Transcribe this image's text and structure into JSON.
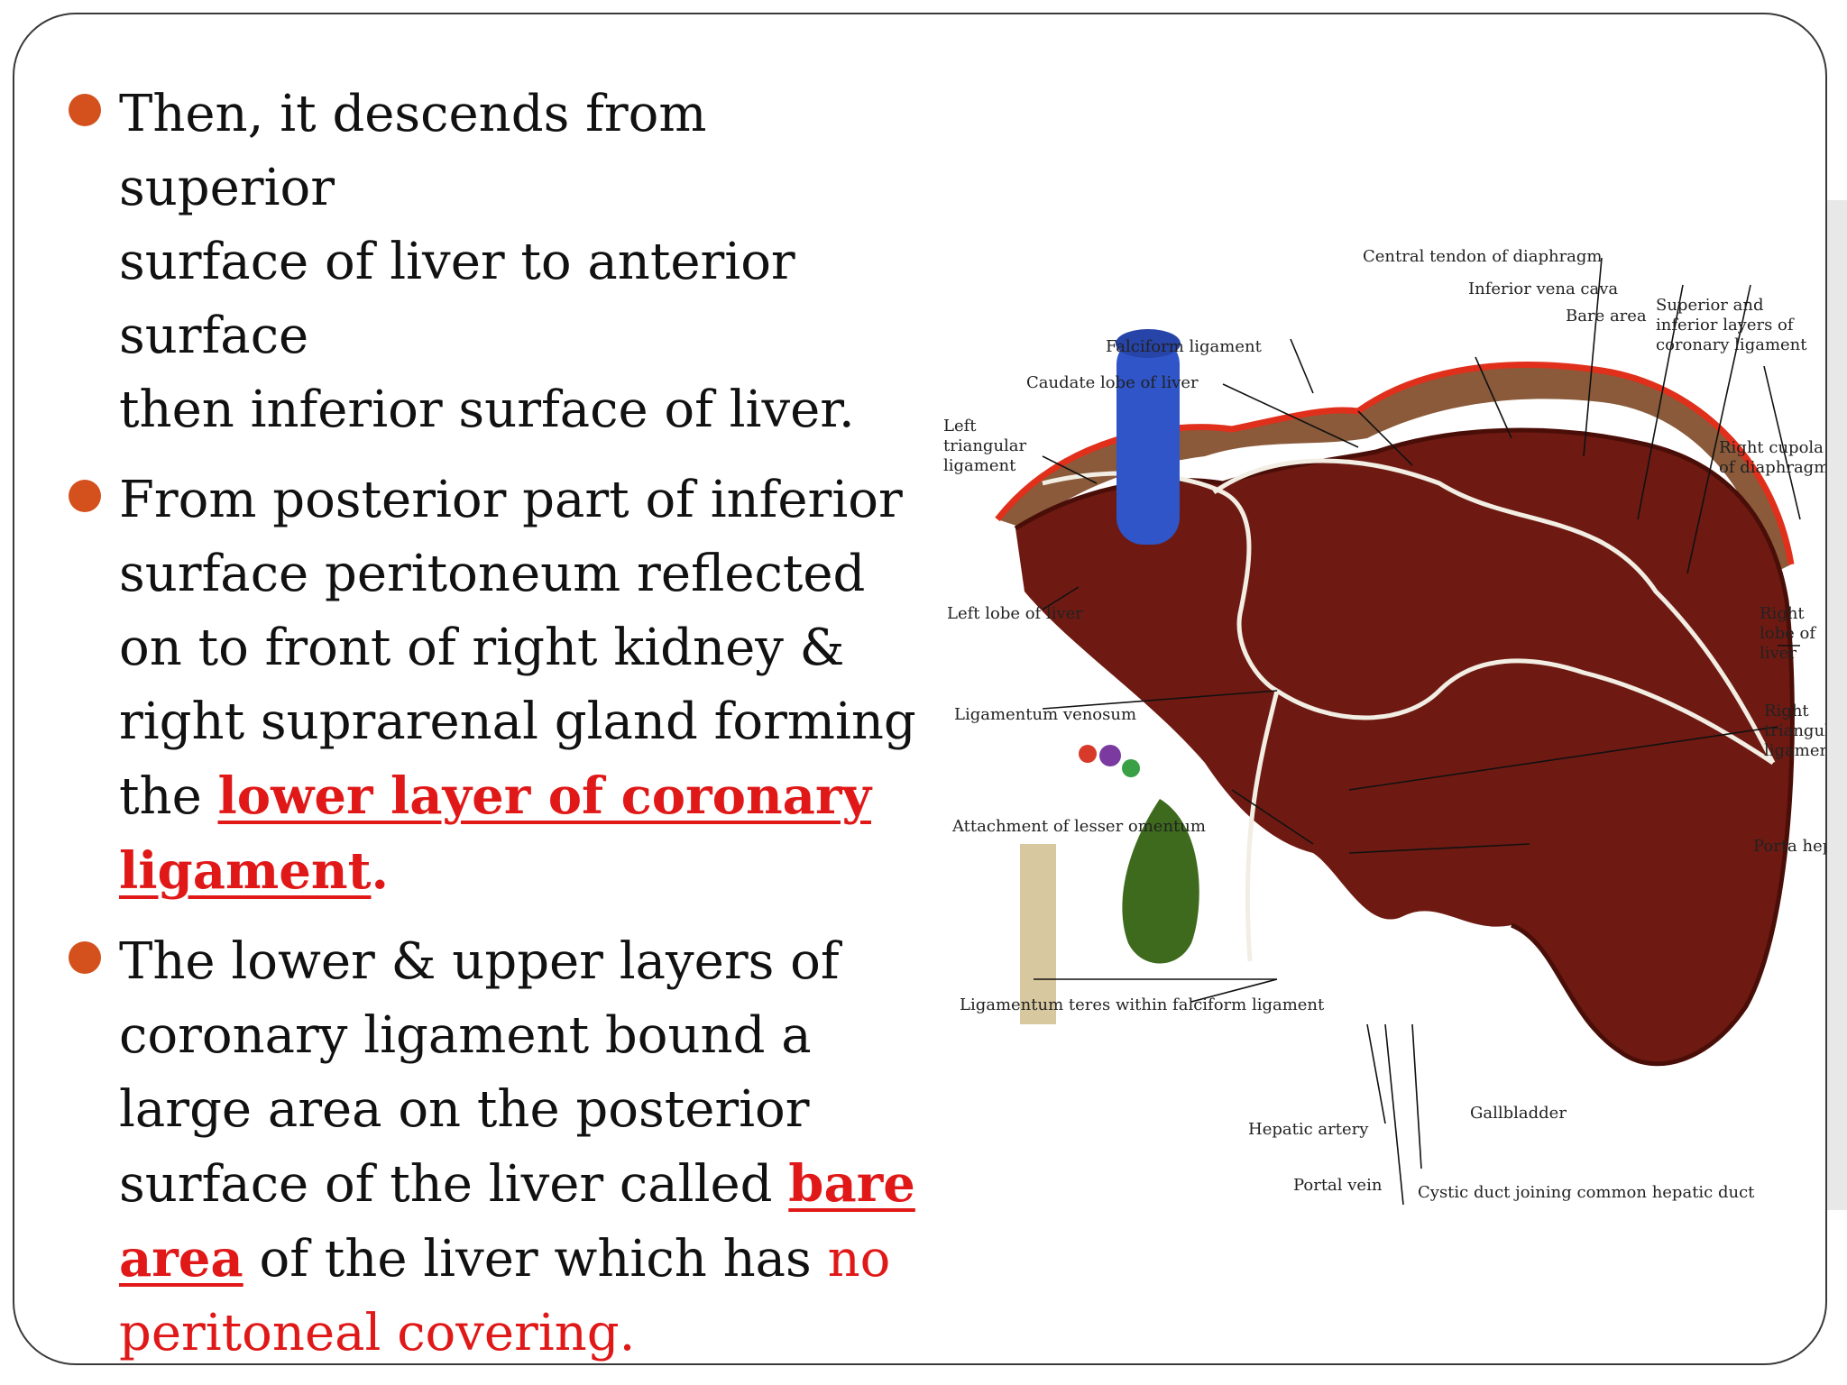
{
  "bullets": [
    {
      "lines": [
        "Then, it descends from superior",
        "surface of liver to anterior surface",
        "then inferior surface of liver."
      ]
    },
    {
      "pre": "From posterior part of inferior surface peritoneum reflected on to front of right kidney & right suprarenal gland forming the ",
      "highlight": "lower layer of coronary ligament",
      "post": "."
    },
    {
      "pre": "The lower & upper layers of coronary ligament bound a large area on the posterior surface of the liver called ",
      "highlight": "bare area",
      "mid": " of the liver which has ",
      "red": "no peritoneal covering."
    }
  ],
  "figure": {
    "labels": {
      "central_tendon": "Central tendon of diaphragm",
      "ivc": "Inferior vena cava",
      "bare_area": "Bare area",
      "sup_inf_layers": "Superior and inferior layers of coronary ligament",
      "falciform": "Falciform ligament",
      "caudate": "Caudate lobe of liver",
      "left_triangular": "Left triangular ligament",
      "right_cupola": "Right cupola of diaphragm",
      "left_lobe": "Left lobe of liver",
      "right_lobe": "Right lobe of liver",
      "lig_venosum": "Ligamentum venosum",
      "right_triangular": "Right triangular ligament",
      "lesser_omentum": "Attachment of lesser omentum",
      "porta_hepatis": "Porta hepatis",
      "lig_teres": "Ligamentum teres within falciform ligament",
      "gallbladder": "Gallbladder",
      "hepatic_artery": "Hepatic artery",
      "portal_vein": "Portal vein",
      "cystic_duct": "Cystic duct joining common hepatic duct"
    }
  },
  "colors": {
    "bullet": "#d4511e",
    "highlight": "#e01818",
    "liver": "#6e1a12",
    "ivc": "#2f55c8",
    "gallbladder": "#3d6a1c"
  }
}
